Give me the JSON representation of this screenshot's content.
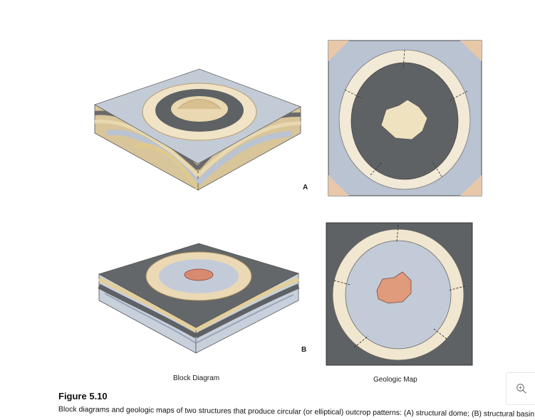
{
  "panels": {
    "a_letter": "A",
    "b_letter": "B"
  },
  "columns": {
    "left": "Block Diagram",
    "right": "Geologic Map"
  },
  "figure": {
    "title": "Figure 5.10",
    "caption": "Block diagrams and geologic maps of two structures that produce circular (or elliptical) outcrop patterns: (A) structural dome; (B) structural basin."
  },
  "toolbar": {
    "zoom_icon": "zoom-in-icon"
  },
  "colors": {
    "gray_dark": "#5f6264",
    "gray_blue": "#b9c3d2",
    "cream": "#f1e6cf",
    "tan": "#e8d4a8",
    "peach": "#e7b9a0",
    "salmon": "#d98d74"
  }
}
